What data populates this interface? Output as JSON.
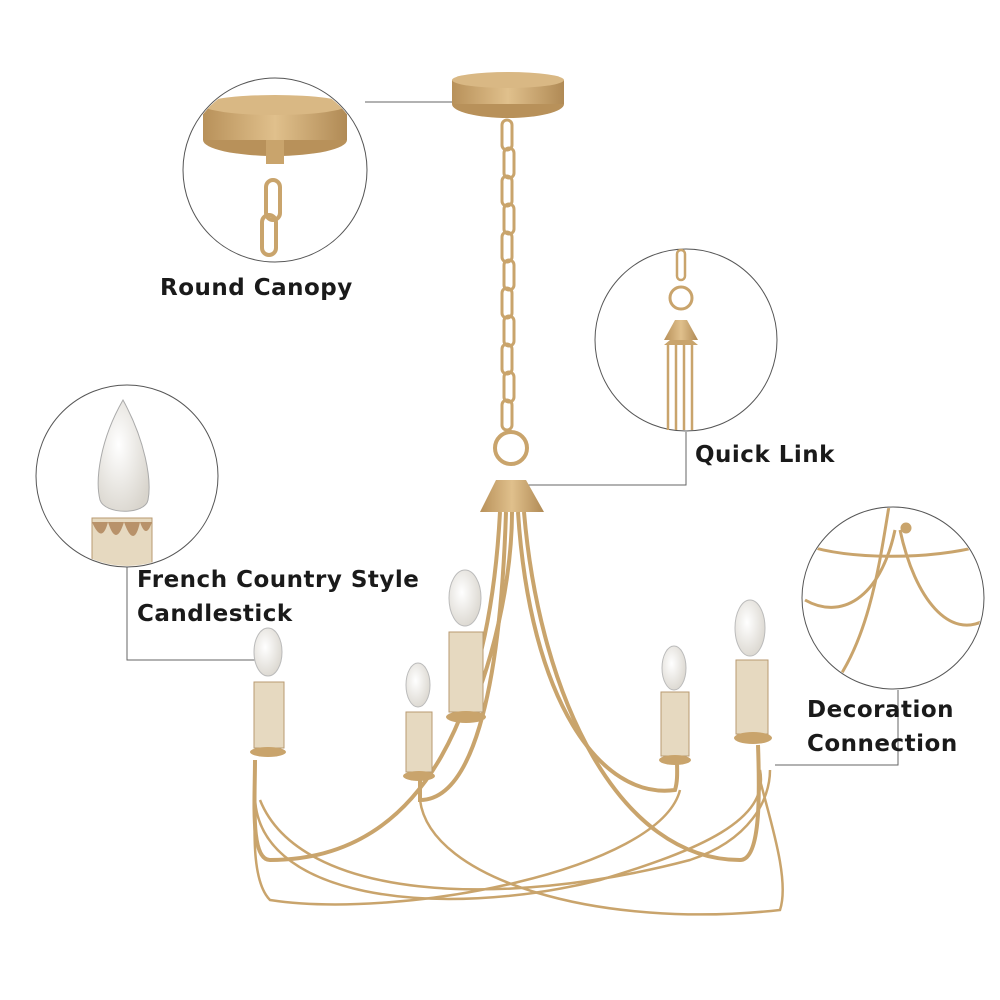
{
  "colors": {
    "gold": "#c9a46c",
    "gold_dark": "#a9844c",
    "candle": "#e6d9c0",
    "line": "#555555"
  },
  "callouts": [
    {
      "id": "canopy",
      "lines": [
        "Round Canopy"
      ]
    },
    {
      "id": "quick-link",
      "lines": [
        "Quick Link"
      ]
    },
    {
      "id": "candlestick",
      "lines": [
        "French Country Style",
        "Candlestick"
      ]
    },
    {
      "id": "decoration",
      "lines": [
        "Decoration",
        "Connection"
      ]
    }
  ]
}
